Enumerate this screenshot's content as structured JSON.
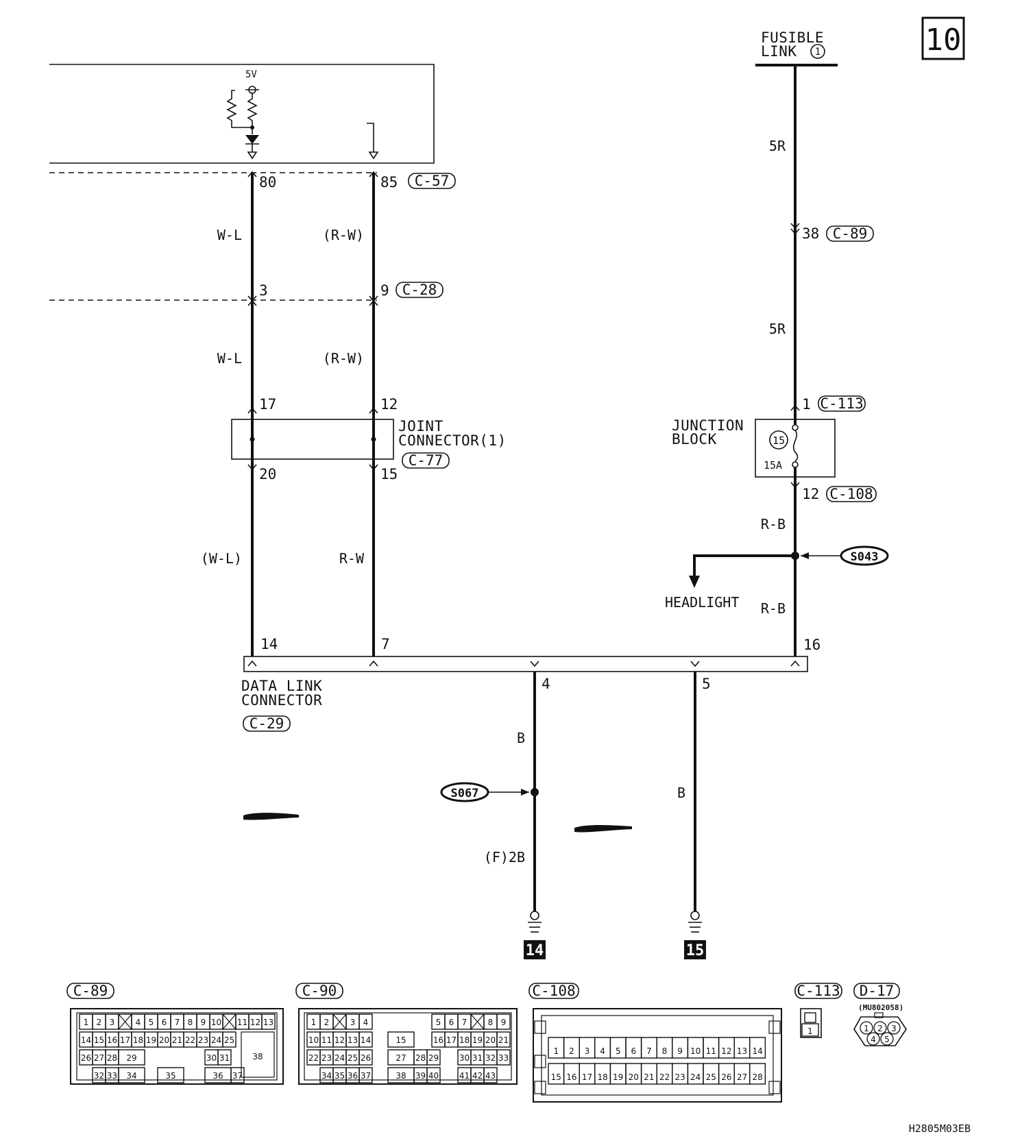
{
  "page_number": "10",
  "diagram_code": "H2805M03EB",
  "fusible_link": {
    "label_line1": "FUSIBLE",
    "label_line2": "LINK",
    "number": "1"
  },
  "ecu": {
    "supply": "5V"
  },
  "connectors": {
    "c57": "C-57",
    "c28": "C-28",
    "c77": "C-77",
    "c29": "C-29",
    "c89": "C-89",
    "c113": "C-113",
    "c108": "C-108",
    "c90": "C-90",
    "d17": "D-17"
  },
  "pins": {
    "p80": "80",
    "p85": "85",
    "p3": "3",
    "p9": "9",
    "p17": "17",
    "p12": "12",
    "p20": "20",
    "p15": "15",
    "p14": "14",
    "p7": "7",
    "p16": "16",
    "p4": "4",
    "p5": "5",
    "p38": "38",
    "p1": "1",
    "p12b": "12"
  },
  "wires": {
    "wl_1": "W-L",
    "wl_2": "W-L",
    "wl_3": "(W-L)",
    "rw_1": "(R-W)",
    "rw_2": "(R-W)",
    "rw_3": "R-W",
    "r5_1": "5R",
    "r5_2": "5R",
    "rb_1": "R-B",
    "rb_2": "R-B",
    "b_1": "B",
    "b_2": "B",
    "f2b": "(F)2B"
  },
  "joint_connector": {
    "line1": "JOINT",
    "line2": "CONNECTOR(1)"
  },
  "junction_block": {
    "line1": "JUNCTION",
    "line2": "BLOCK",
    "fuse_number": "15",
    "fuse_rating": "15A"
  },
  "data_link_connector": {
    "line1": "DATA LINK",
    "line2": "CONNECTOR"
  },
  "splices": {
    "s043": "S043",
    "s067": "S067"
  },
  "headlight": "HEADLIGHT",
  "grounds": {
    "g14": "14",
    "g15": "15"
  },
  "d17_part": "(MU802058)"
}
